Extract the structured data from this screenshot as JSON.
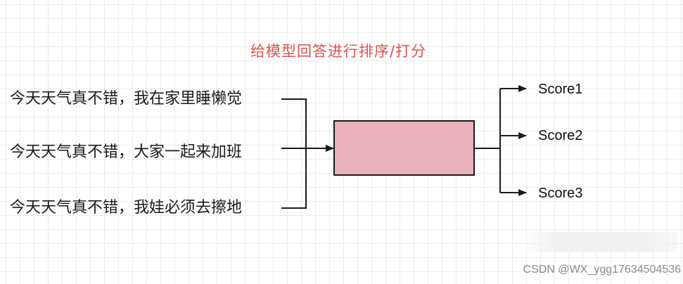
{
  "title": "给模型回答进行排序/打分",
  "inputs": [
    "今天天气真不错，我在家里睡懒觉",
    "今天天气真不错，大家一起来加班",
    "今天天气真不错，我娃必须去擦地"
  ],
  "scores": [
    "Score1",
    "Score2",
    "Score3"
  ],
  "watermark": "CSDN @WX_ygg17634504536",
  "colors": {
    "title": "#e0524e",
    "box_fill": "#e9b1bb",
    "stroke": "#1a1a1a"
  }
}
